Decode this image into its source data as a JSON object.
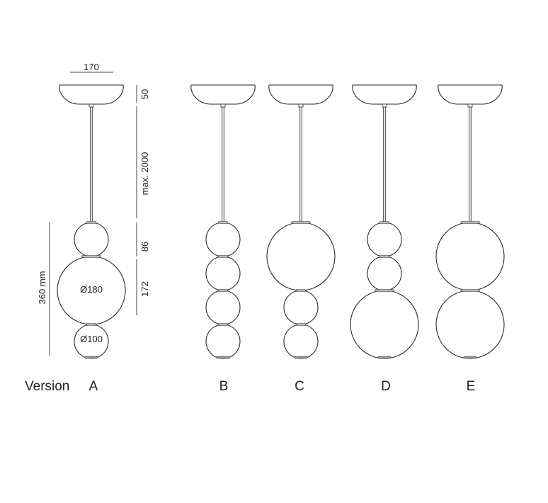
{
  "dimensions": {
    "canopy_width": "170",
    "canopy_height": "50",
    "cable_length": "max. 2000",
    "small_sphere": "86",
    "large_sphere": "172",
    "total_height": "360 mm",
    "large_diameter": "Ø180",
    "small_diameter": "Ø100"
  },
  "labels": {
    "version": "Version",
    "variants": [
      "A",
      "B",
      "C",
      "D",
      "E"
    ]
  },
  "variants": [
    {
      "name": "A",
      "spheres": [
        "small",
        "large",
        "small"
      ]
    },
    {
      "name": "B",
      "spheres": [
        "small",
        "small",
        "small",
        "small"
      ]
    },
    {
      "name": "C",
      "spheres": [
        "large",
        "small",
        "small"
      ]
    },
    {
      "name": "D",
      "spheres": [
        "small",
        "small",
        "large"
      ]
    },
    {
      "name": "E",
      "spheres": [
        "large",
        "large"
      ]
    }
  ],
  "colors": {
    "line": "#2a2a2a",
    "dimension": "#444444",
    "background": "#ffffff"
  }
}
